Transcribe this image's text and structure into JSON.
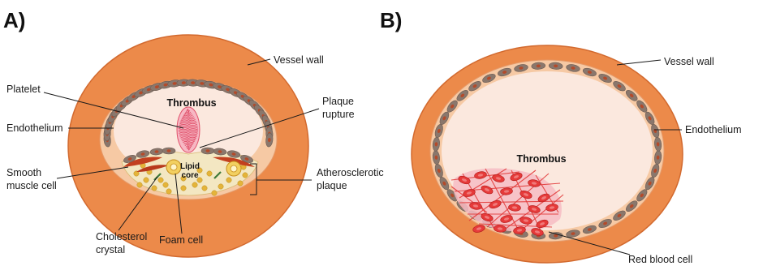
{
  "panels": [
    {
      "letter": "A)",
      "thrombus": "Thrombus",
      "lipid_core": [
        "Lipid",
        "core"
      ],
      "labels": {
        "vessel_wall": "Vessel wall",
        "platelet": "Platelet",
        "plaque_rupture": [
          "Plaque",
          "rupture"
        ],
        "endothelium": "Endothelium",
        "smooth_muscle_cell": [
          "Smooth",
          "muscle cell"
        ],
        "atherosclerotic_plaque": [
          "Atherosclerotic",
          "plaque"
        ],
        "cholesterol_crystal": [
          "Cholesterol",
          "crystal"
        ],
        "foam_cell": "Foam cell"
      }
    },
    {
      "letter": "B)",
      "thrombus": "Thrombus",
      "labels": {
        "vessel_wall": "Vessel wall",
        "endothelium": "Endothelium",
        "red_blood_cell": "Red blood cell"
      }
    }
  ],
  "colors": {
    "vessel_wall": "#ec8a4a",
    "vessel_wall_dark": "#d96f30",
    "intima": "#f6c9a4",
    "lumen": "#fbe8de",
    "endothelial_cell": "#8a776c",
    "endothelial_nucleus": "#b44a2a",
    "platelet_clot": "#e0506a",
    "thrombus_fibrin": "#e23a3a",
    "red_blood_cell": "#e63a3a",
    "plaque": "#f3e7c2",
    "lipid_droplet": "#e4b43a",
    "smooth_muscle": "#c2401f"
  }
}
